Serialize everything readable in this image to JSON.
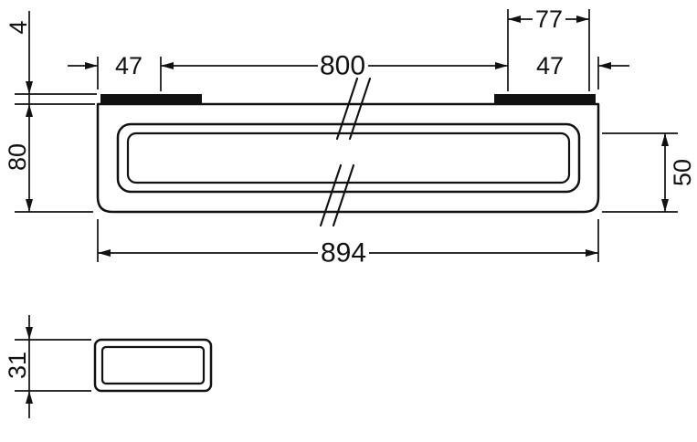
{
  "drawing": {
    "kind": "technical-dimension-drawing",
    "background": "#ffffff",
    "line_color": "#111111",
    "views": {
      "front": "front elevation of wall-mounted rail/rack",
      "side": "side profile section"
    }
  },
  "labels": {
    "dim_top_offset": "4",
    "dim_left_end": "47",
    "dim_hole_spacing": "800",
    "dim_plate_width": "77",
    "dim_right_end": "47",
    "dim_height_left": "80",
    "dim_height_right": "50",
    "dim_total_width": "894",
    "dim_side_height": "31"
  }
}
